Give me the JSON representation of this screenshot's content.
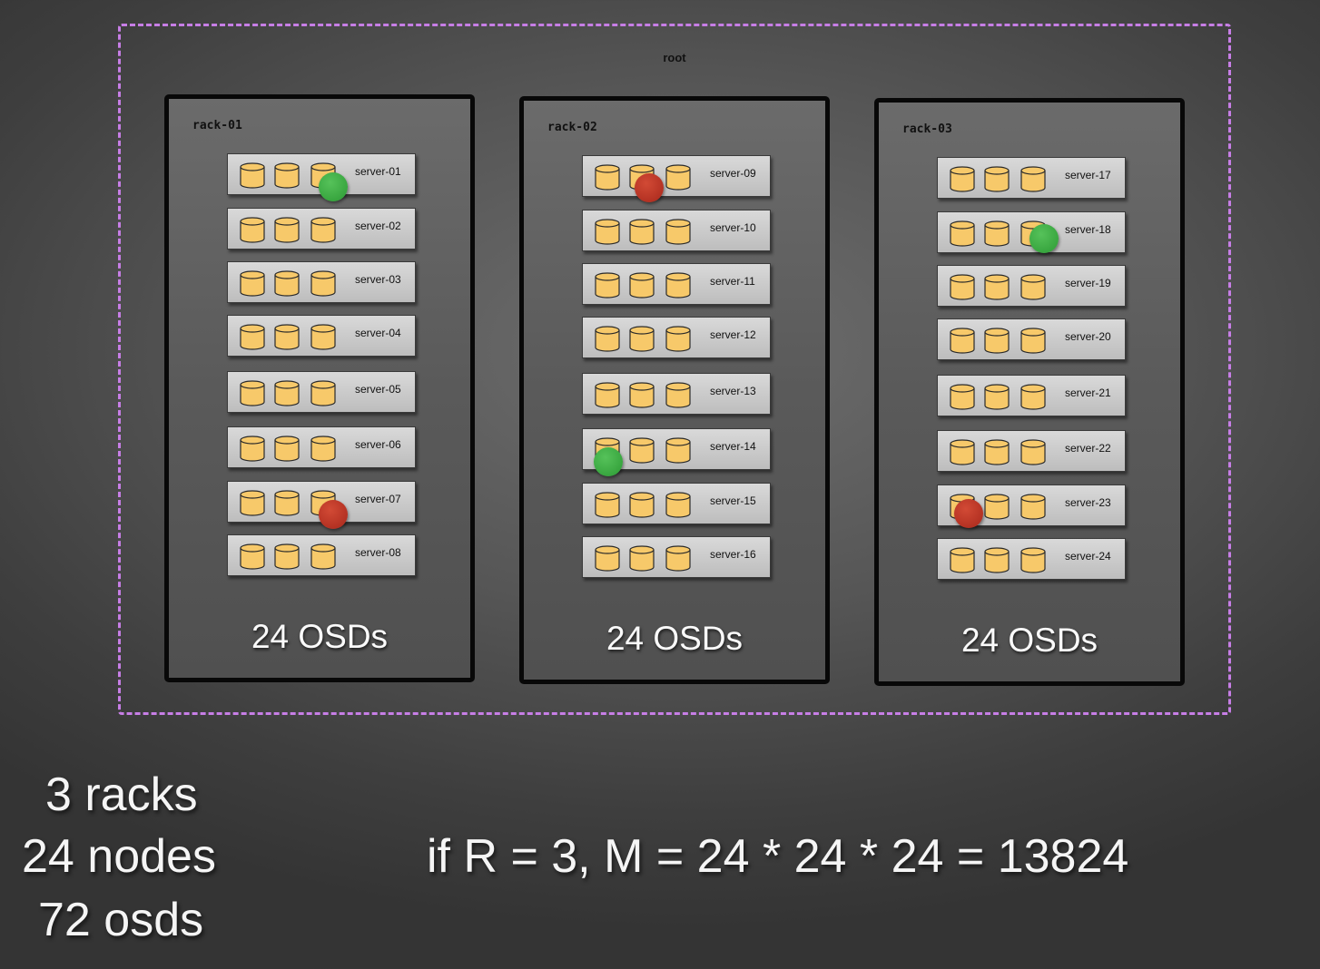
{
  "root_label": "root",
  "racks": [
    {
      "label": "rack-01",
      "total": "24 OSDs",
      "servers": [
        "server-01",
        "server-02",
        "server-03",
        "server-04",
        "server-05",
        "server-06",
        "server-07",
        "server-08"
      ]
    },
    {
      "label": "rack-02",
      "total": "24 OSDs",
      "servers": [
        "server-09",
        "server-10",
        "server-11",
        "server-12",
        "server-13",
        "server-14",
        "server-15",
        "server-16"
      ]
    },
    {
      "label": "rack-03",
      "total": "24 OSDs",
      "servers": [
        "server-17",
        "server-18",
        "server-19",
        "server-20",
        "server-21",
        "server-22",
        "server-23",
        "server-24"
      ]
    }
  ],
  "markers": [
    {
      "server": "server-01",
      "color": "green"
    },
    {
      "server": "server-07",
      "color": "red"
    },
    {
      "server": "server-09",
      "color": "red"
    },
    {
      "server": "server-14",
      "color": "green"
    },
    {
      "server": "server-18",
      "color": "green"
    },
    {
      "server": "server-23",
      "color": "red"
    }
  ],
  "colors": {
    "green": "#3fae45",
    "red": "#c0392b",
    "disk": "#f7c96a",
    "root_border": "#c77ee6"
  },
  "summary": {
    "racks": "3 racks",
    "nodes": "24 nodes",
    "osds": "72 osds",
    "formula": "if R = 3,  M = 24 * 24 * 24 = 13824"
  }
}
